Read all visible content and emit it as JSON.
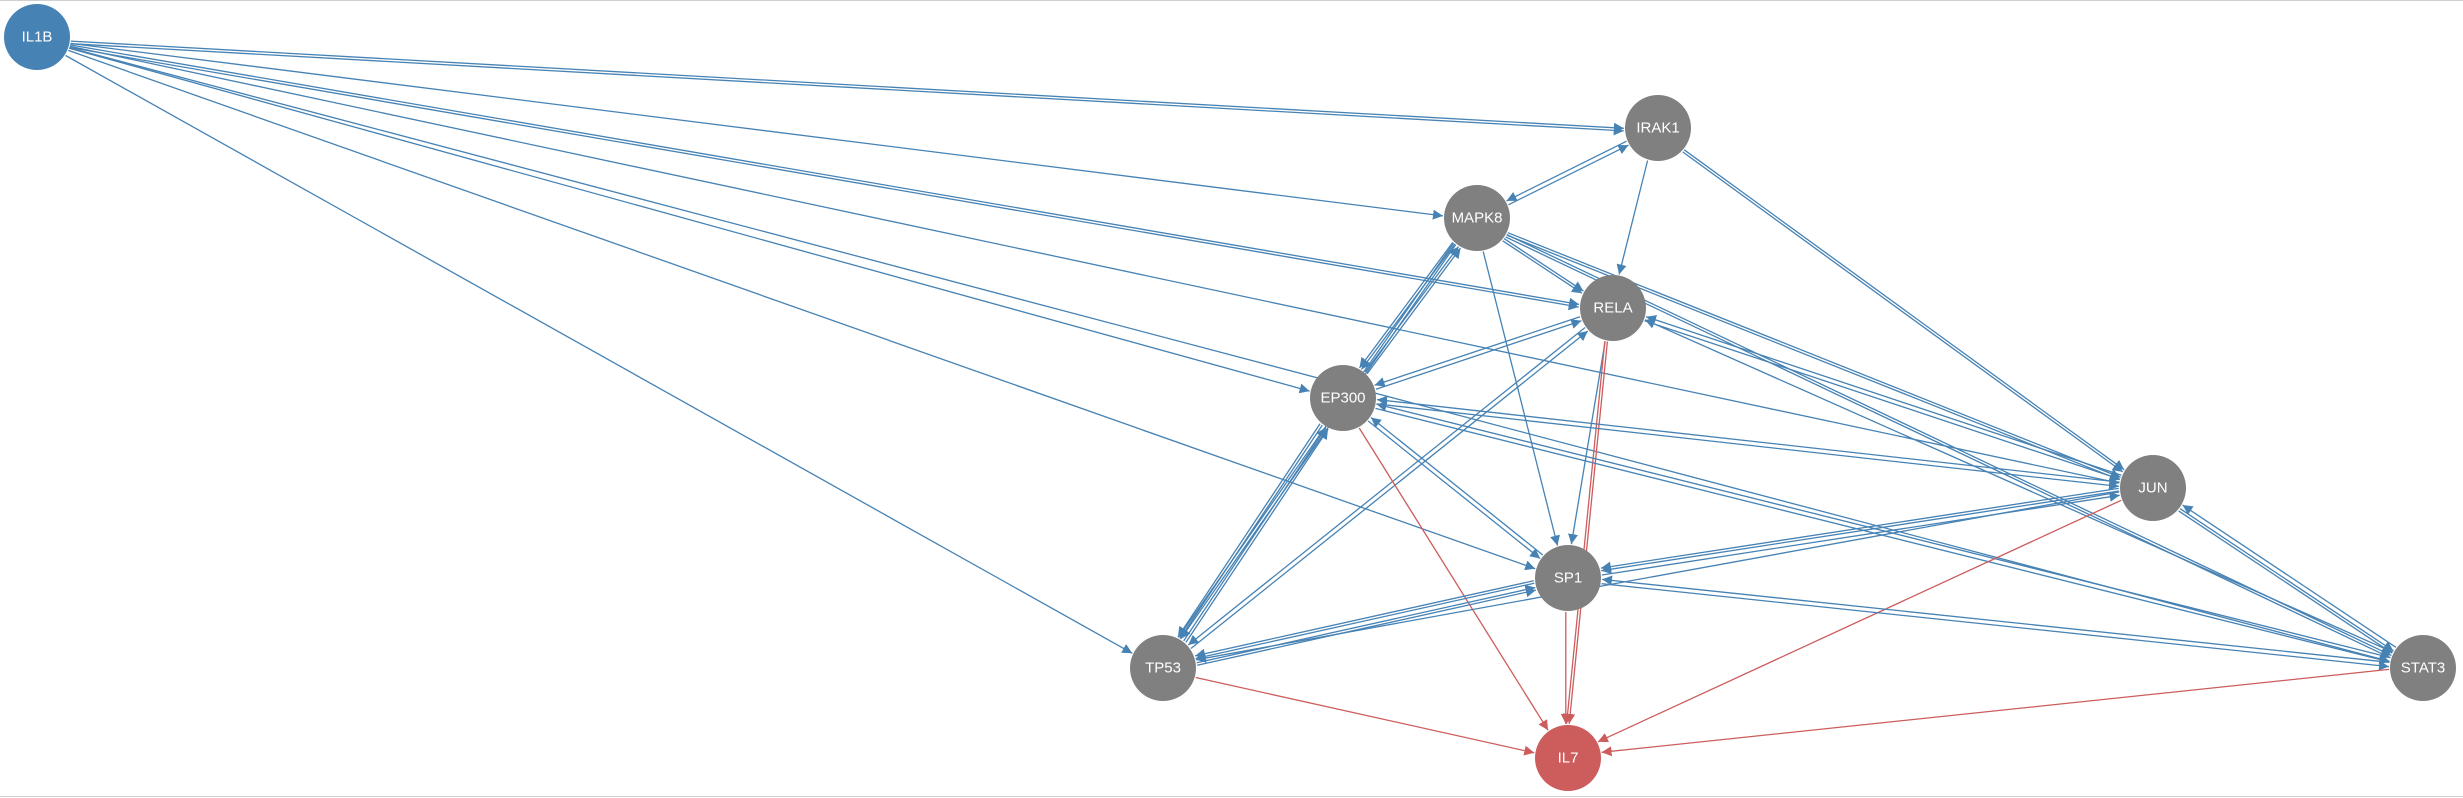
{
  "colors": {
    "source_node": "#4682b4",
    "target_node": "#cd5c5c",
    "mediator_node": "#808080",
    "blue_edge": "#4682b4",
    "red_edge": "#cd5c5c",
    "label_text": "#ffffff",
    "background": "#ffffff"
  },
  "nodes": [
    {
      "id": "IL1B",
      "label": "IL1B",
      "role": "source"
    },
    {
      "id": "IRAK1",
      "label": "IRAK1",
      "role": "mediator"
    },
    {
      "id": "MAPK8",
      "label": "MAPK8",
      "role": "mediator"
    },
    {
      "id": "RELA",
      "label": "RELA",
      "role": "mediator"
    },
    {
      "id": "EP300",
      "label": "EP300",
      "role": "mediator"
    },
    {
      "id": "JUN",
      "label": "JUN",
      "role": "mediator"
    },
    {
      "id": "SP1",
      "label": "SP1",
      "role": "mediator"
    },
    {
      "id": "TP53",
      "label": "TP53",
      "role": "mediator"
    },
    {
      "id": "STAT3",
      "label": "STAT3",
      "role": "mediator"
    },
    {
      "id": "IL7",
      "label": "IL7",
      "role": "target"
    }
  ],
  "edges": [
    {
      "from": "IL1B",
      "to": "IRAK1",
      "color": "blue",
      "double": true
    },
    {
      "from": "IL1B",
      "to": "MAPK8",
      "color": "blue"
    },
    {
      "from": "IL1B",
      "to": "RELA",
      "color": "blue",
      "double": true
    },
    {
      "from": "IL1B",
      "to": "EP300",
      "color": "blue"
    },
    {
      "from": "IL1B",
      "to": "JUN",
      "color": "blue"
    },
    {
      "from": "IL1B",
      "to": "SP1",
      "color": "blue"
    },
    {
      "from": "IL1B",
      "to": "TP53",
      "color": "blue"
    },
    {
      "from": "IL1B",
      "to": "STAT3",
      "color": "blue"
    },
    {
      "from": "MAPK8",
      "to": "IRAK1",
      "color": "blue"
    },
    {
      "from": "IRAK1",
      "to": "MAPK8",
      "color": "blue"
    },
    {
      "from": "IRAK1",
      "to": "RELA",
      "color": "blue"
    },
    {
      "from": "IRAK1",
      "to": "JUN",
      "color": "blue",
      "double": true
    },
    {
      "from": "MAPK8",
      "to": "RELA",
      "color": "blue",
      "double": true
    },
    {
      "from": "MAPK8",
      "to": "EP300",
      "color": "blue",
      "double": true
    },
    {
      "from": "EP300",
      "to": "MAPK8",
      "color": "blue",
      "double": true
    },
    {
      "from": "MAPK8",
      "to": "SP1",
      "color": "blue"
    },
    {
      "from": "MAPK8",
      "to": "JUN",
      "color": "blue",
      "double": true
    },
    {
      "from": "MAPK8",
      "to": "STAT3",
      "color": "blue",
      "double": true
    },
    {
      "from": "MAPK8",
      "to": "TP53",
      "color": "blue",
      "double": true
    },
    {
      "from": "RELA",
      "to": "EP300",
      "color": "blue"
    },
    {
      "from": "EP300",
      "to": "RELA",
      "color": "blue"
    },
    {
      "from": "RELA",
      "to": "SP1",
      "color": "blue"
    },
    {
      "from": "RELA",
      "to": "TP53",
      "color": "blue"
    },
    {
      "from": "TP53",
      "to": "RELA",
      "color": "blue"
    },
    {
      "from": "RELA",
      "to": "JUN",
      "color": "blue"
    },
    {
      "from": "JUN",
      "to": "RELA",
      "color": "blue"
    },
    {
      "from": "STAT3",
      "to": "RELA",
      "color": "blue"
    },
    {
      "from": "RELA",
      "to": "IL7",
      "color": "red",
      "double": true
    },
    {
      "from": "EP300",
      "to": "JUN",
      "color": "blue"
    },
    {
      "from": "JUN",
      "to": "EP300",
      "color": "blue"
    },
    {
      "from": "EP300",
      "to": "SP1",
      "color": "blue"
    },
    {
      "from": "SP1",
      "to": "EP300",
      "color": "blue"
    },
    {
      "from": "EP300",
      "to": "TP53",
      "color": "blue",
      "double": true
    },
    {
      "from": "TP53",
      "to": "EP300",
      "color": "blue",
      "double": true
    },
    {
      "from": "EP300",
      "to": "STAT3",
      "color": "blue"
    },
    {
      "from": "STAT3",
      "to": "EP300",
      "color": "blue"
    },
    {
      "from": "EP300",
      "to": "IL7",
      "color": "red"
    },
    {
      "from": "JUN",
      "to": "SP1",
      "color": "blue",
      "double": true
    },
    {
      "from": "SP1",
      "to": "JUN",
      "color": "blue"
    },
    {
      "from": "JUN",
      "to": "STAT3",
      "color": "blue",
      "double": true
    },
    {
      "from": "STAT3",
      "to": "JUN",
      "color": "blue"
    },
    {
      "from": "JUN",
      "to": "TP53",
      "color": "blue"
    },
    {
      "from": "JUN",
      "to": "IL7",
      "color": "red"
    },
    {
      "from": "SP1",
      "to": "TP53",
      "color": "blue",
      "double": true
    },
    {
      "from": "TP53",
      "to": "SP1",
      "color": "blue",
      "double": true
    },
    {
      "from": "SP1",
      "to": "STAT3",
      "color": "blue"
    },
    {
      "from": "STAT3",
      "to": "SP1",
      "color": "blue"
    },
    {
      "from": "SP1",
      "to": "IL7",
      "color": "red"
    },
    {
      "from": "TP53",
      "to": "IL7",
      "color": "red"
    },
    {
      "from": "STAT3",
      "to": "IL7",
      "color": "red"
    }
  ]
}
